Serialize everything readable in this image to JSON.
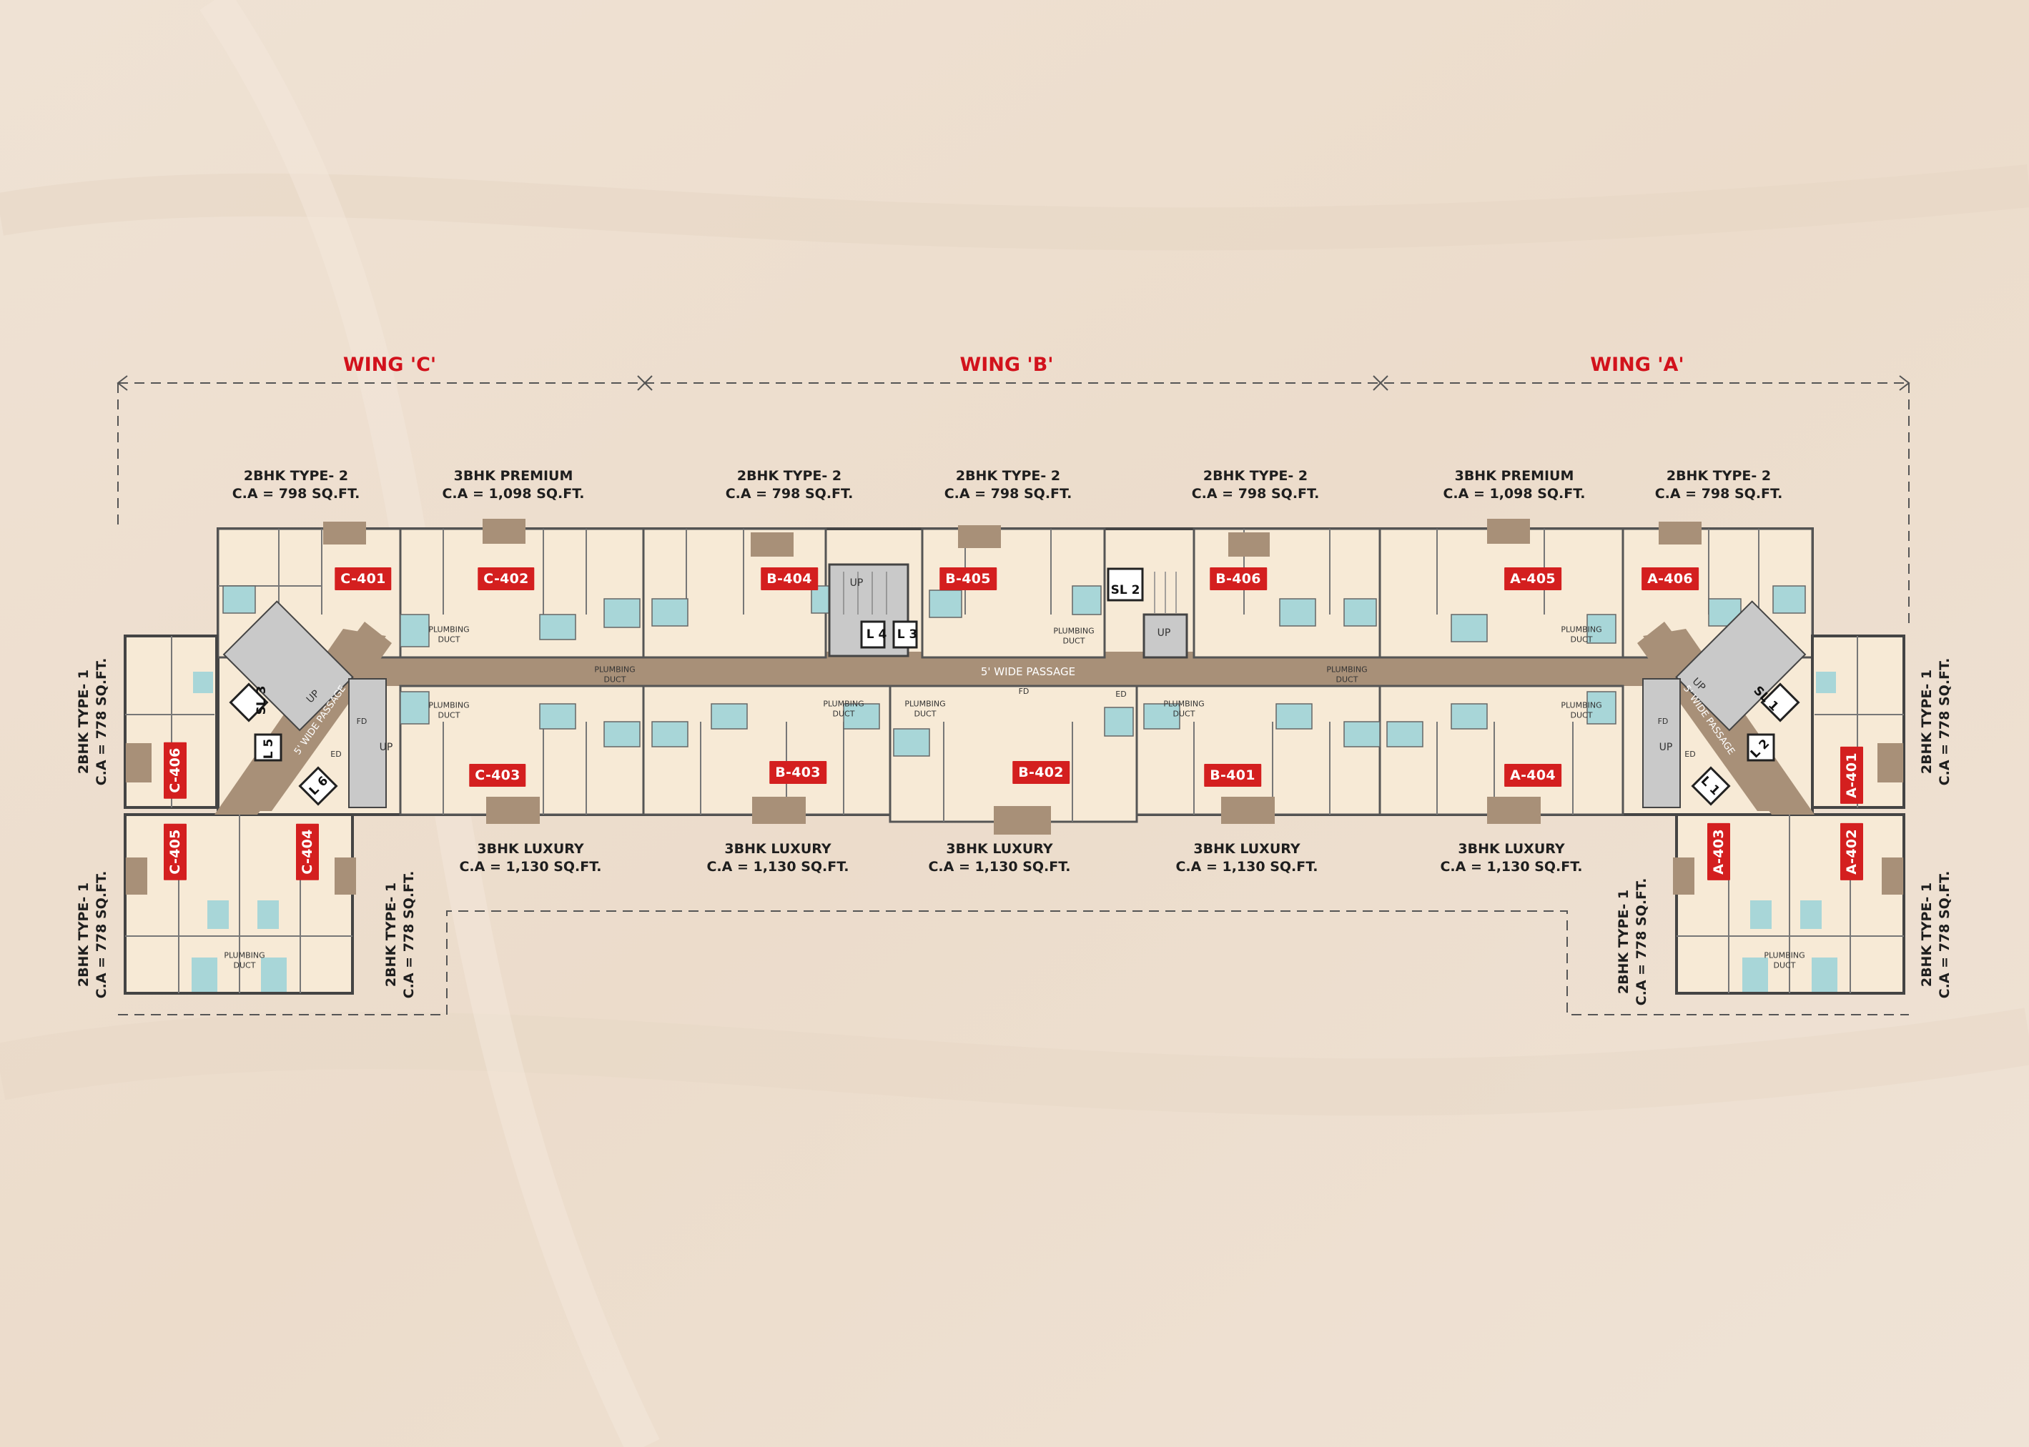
{
  "colors": {
    "background": "#eee1d3",
    "room_fill": "#f7ead6",
    "wall": "#444444",
    "balcony": "#a89078",
    "toilet": "#a8d6d8",
    "passage": "#a89078",
    "core": "#c9c9c9",
    "unit_tag": "#d41f1f",
    "wing_label": "#d2121c"
  },
  "wings": [
    {
      "label": "WING 'C'"
    },
    {
      "label": "WING 'B'"
    },
    {
      "label": "WING 'A'"
    }
  ],
  "unit_types_top": [
    {
      "name": "2BHK TYPE- 2",
      "area": "C.A = 798 SQ.FT."
    },
    {
      "name": "3BHK PREMIUM",
      "area": "C.A = 1,098 SQ.FT."
    },
    {
      "name": "2BHK TYPE- 2",
      "area": "C.A = 798 SQ.FT."
    },
    {
      "name": "2BHK TYPE- 2",
      "area": "C.A = 798 SQ.FT."
    },
    {
      "name": "2BHK TYPE- 2",
      "area": "C.A = 798 SQ.FT."
    },
    {
      "name": "3BHK PREMIUM",
      "area": "C.A = 1,098 SQ.FT."
    },
    {
      "name": "2BHK TYPE- 2",
      "area": "C.A = 798 SQ.FT."
    }
  ],
  "unit_types_bottom": [
    {
      "name": "3BHK LUXURY",
      "area": "C.A = 1,130 SQ.FT."
    },
    {
      "name": "3BHK LUXURY",
      "area": "C.A = 1,130 SQ.FT."
    },
    {
      "name": "3BHK LUXURY",
      "area": "C.A = 1,130 SQ.FT."
    },
    {
      "name": "3BHK LUXURY",
      "area": "C.A = 1,130 SQ.FT."
    },
    {
      "name": "3BHK LUXURY",
      "area": "C.A = 1,130 SQ.FT."
    }
  ],
  "unit_types_side": [
    {
      "name": "2BHK TYPE- 1",
      "area": "C.A = 778 SQ.FT."
    },
    {
      "name": "2BHK TYPE- 1",
      "area": "C.A = 778 SQ.FT."
    },
    {
      "name": "2BHK TYPE- 1",
      "area": "C.A = 778 SQ.FT."
    },
    {
      "name": "2BHK TYPE- 1",
      "area": "C.A = 778 SQ.FT."
    },
    {
      "name": "2BHK TYPE- 1",
      "area": "C.A = 778 SQ.FT."
    },
    {
      "name": "2BHK TYPE- 1",
      "area": "C.A = 778 SQ.FT."
    }
  ],
  "units": {
    "c401": "C-401",
    "c402": "C-402",
    "c403": "C-403",
    "c404": "C-404",
    "c405": "C-405",
    "c406": "C-406",
    "b401": "B-401",
    "b402": "B-402",
    "b403": "B-403",
    "b404": "B-404",
    "b405": "B-405",
    "b406": "B-406",
    "a401": "A-401",
    "a402": "A-402",
    "a403": "A-403",
    "a404": "A-404",
    "a405": "A-405",
    "a406": "A-406"
  },
  "lifts": {
    "l1": "L 1",
    "l2": "L 2",
    "l3": "L 3",
    "l4": "L 4",
    "l5": "L 5",
    "l6": "L 6",
    "sl1": "SL 1",
    "sl2": "SL 2",
    "sl3": "SL 3"
  },
  "passage_label": "5' WIDE PASSAGE",
  "up_label": "UP",
  "fd_label": "FD",
  "ed_label": "ED",
  "duct_line1": "PLUMBING",
  "duct_line2": "DUCT"
}
